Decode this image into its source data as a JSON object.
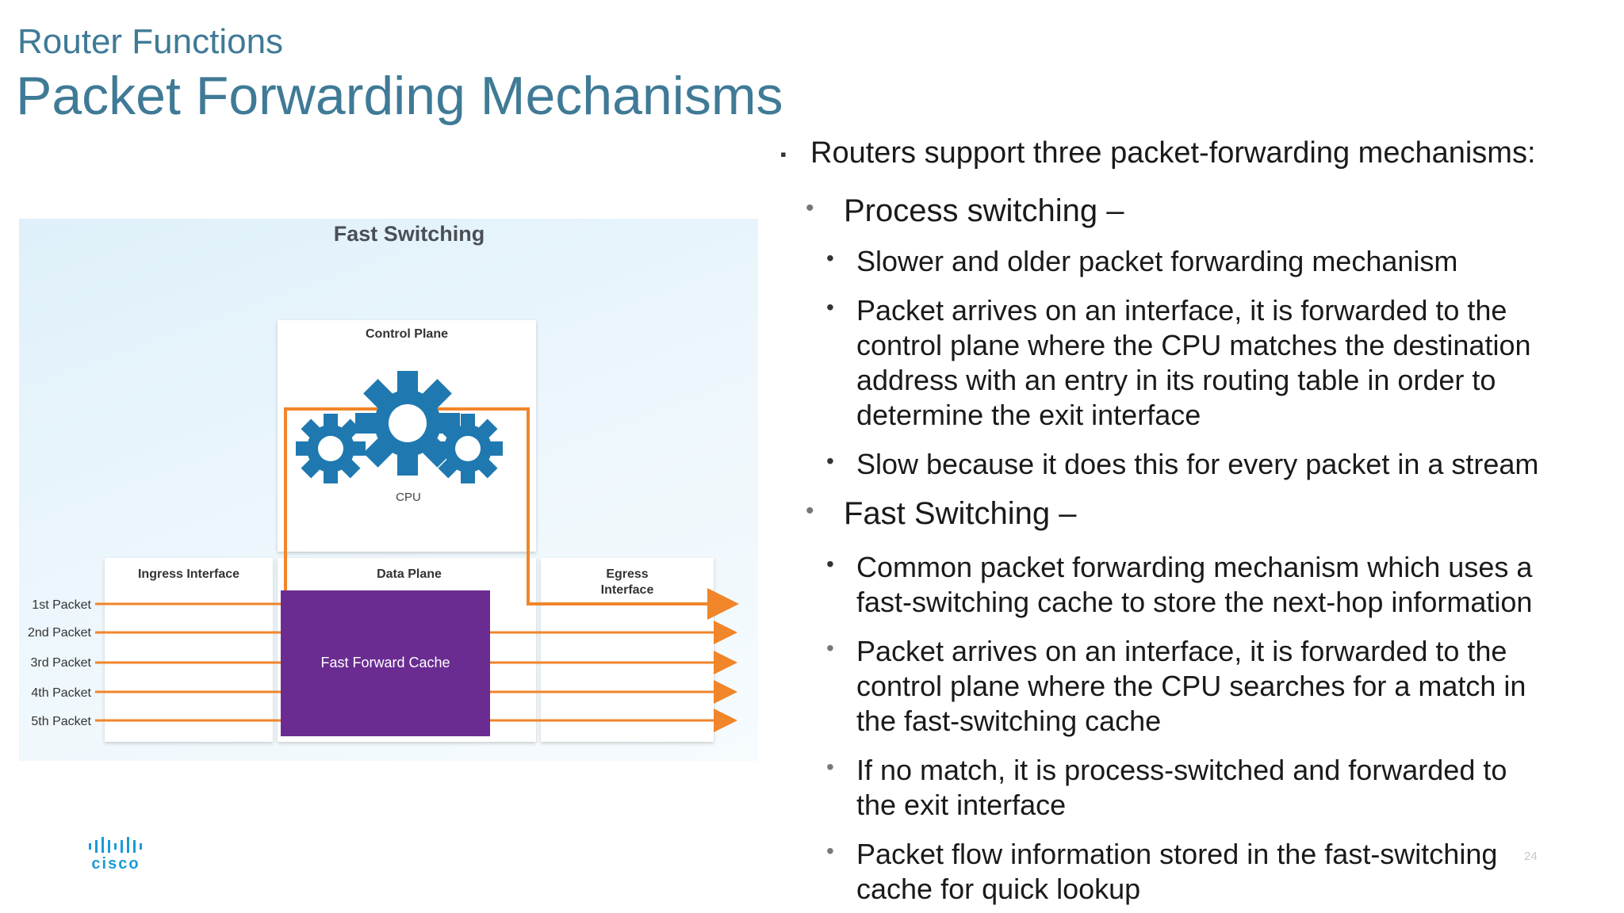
{
  "header": {
    "subtitle": "Router Functions",
    "title": "Packet Forwarding Mechanisms"
  },
  "diagram": {
    "title": "Fast Switching",
    "control_plane": "Control Plane",
    "cpu": "CPU",
    "ingress": "Ingress Interface",
    "data_plane": "Data Plane",
    "egress_line1": "Egress",
    "egress_line2": "Interface",
    "cache": "Fast Forward Cache",
    "packets": [
      "1st Packet",
      "2nd Packet",
      "3rd Packet",
      "4th Packet",
      "5th Packet"
    ],
    "colors": {
      "cache": "#6a2c91",
      "arrow": "#f0852a",
      "gear": "#1f79b0",
      "title": "#3f7a96"
    }
  },
  "content": {
    "intro": "Routers support three packet-forwarding mechanisms:",
    "process": {
      "heading": "Process switching –",
      "b1": "Slower and older packet forwarding mechanism",
      "b2": [
        "Packet arrives on an interface, it is forwarded to the",
        "control plane where the CPU matches the destination",
        "address with an entry in its routing table in order to",
        "determine the exit interface"
      ],
      "b3": "Slow because it does this for every packet in a stream"
    },
    "fast": {
      "heading": "Fast Switching –",
      "b1": [
        "Common packet forwarding mechanism which uses a",
        "fast-switching cache to store the next-hop information"
      ],
      "b2": [
        "Packet arrives on an interface, it is forwarded to the",
        "control plane where the CPU searches for a match in",
        "the fast-switching cache"
      ],
      "b3": [
        "If no match, it is process-switched and forwarded to",
        "the exit interface"
      ],
      "b4": [
        "Packet flow information stored in the fast-switching",
        "cache for quick lookup"
      ]
    }
  },
  "footer": {
    "logo": "cisco",
    "page": "24"
  }
}
